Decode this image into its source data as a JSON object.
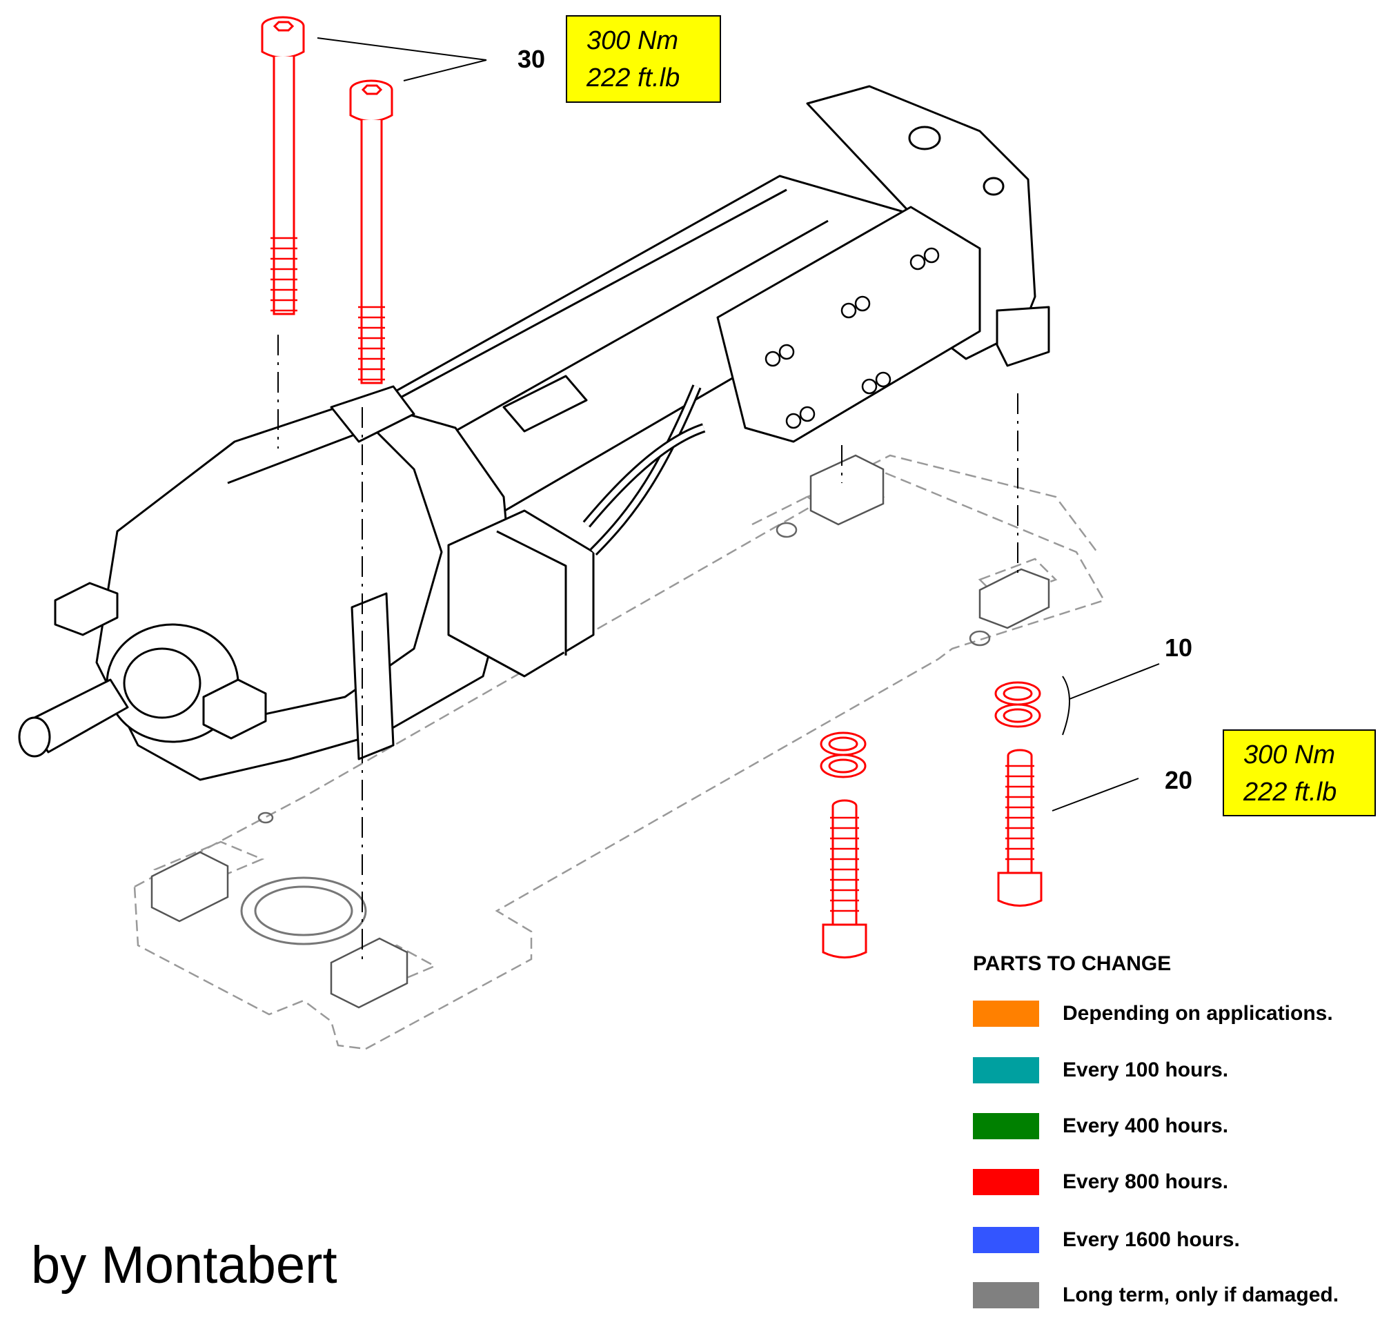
{
  "callouts": {
    "item_30": "30",
    "item_10": "10",
    "item_20": "20"
  },
  "torque_top": {
    "line1": "300 Nm",
    "line2": "222 ft.lb"
  },
  "torque_right": {
    "line1": "300 Nm",
    "line2": "222 ft.lb"
  },
  "legend": {
    "title": "PARTS TO CHANGE",
    "items": [
      {
        "label": "Depending on applications.",
        "color": "#ff8000"
      },
      {
        "label": "Every 100 hours.",
        "color": "#00a0a0"
      },
      {
        "label": "Every 400 hours.",
        "color": "#008000"
      },
      {
        "label": "Every 800 hours.",
        "color": "#ff0000"
      },
      {
        "label": "Every 1600 hours.",
        "color": "#3355ff"
      },
      {
        "label": "Long term, only if damaged.",
        "color": "#808080"
      }
    ]
  },
  "credit": "by Montabert",
  "colors": {
    "part_highlight": "#ff0000",
    "torque_box": "#ffff00",
    "phantom_plate": "#999999"
  }
}
